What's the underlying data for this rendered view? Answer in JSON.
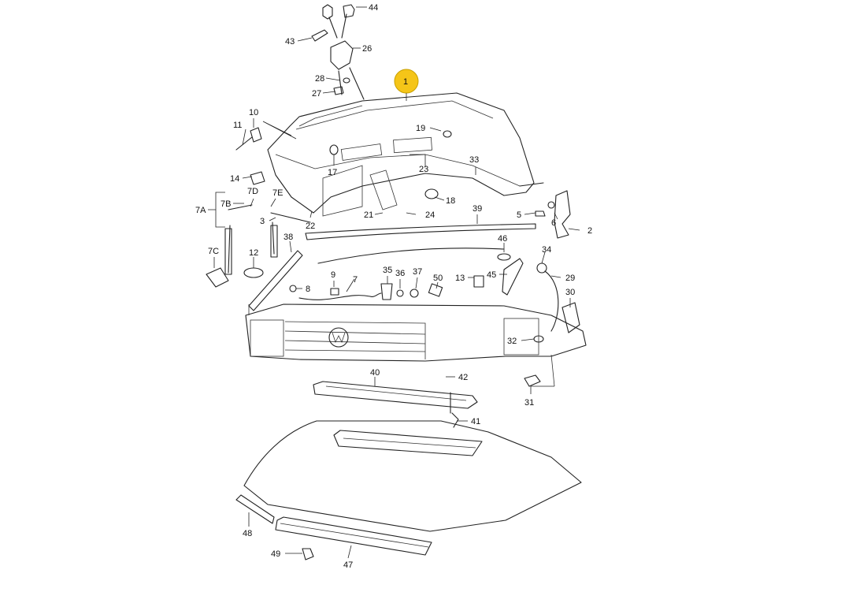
{
  "diagram": {
    "highlight_color": "#f5c518",
    "highlighted_part": "1",
    "labels": [
      {
        "id": "p44",
        "text": "44"
      },
      {
        "id": "p43",
        "text": "43"
      },
      {
        "id": "p26",
        "text": "26"
      },
      {
        "id": "p28",
        "text": "28"
      },
      {
        "id": "p27",
        "text": "27"
      },
      {
        "id": "p1",
        "text": "1"
      },
      {
        "id": "p10",
        "text": "10"
      },
      {
        "id": "p11",
        "text": "11"
      },
      {
        "id": "p19",
        "text": "19"
      },
      {
        "id": "p17",
        "text": "17"
      },
      {
        "id": "p23",
        "text": "23"
      },
      {
        "id": "p33",
        "text": "33"
      },
      {
        "id": "p14",
        "text": "14"
      },
      {
        "id": "p7D",
        "text": "7D"
      },
      {
        "id": "p7E",
        "text": "7E"
      },
      {
        "id": "p7A",
        "text": "7A"
      },
      {
        "id": "p7B",
        "text": "7B"
      },
      {
        "id": "p3",
        "text": "3"
      },
      {
        "id": "p22",
        "text": "22"
      },
      {
        "id": "p21",
        "text": "21"
      },
      {
        "id": "p24",
        "text": "24"
      },
      {
        "id": "p18",
        "text": "18"
      },
      {
        "id": "p39",
        "text": "39"
      },
      {
        "id": "p5",
        "text": "5"
      },
      {
        "id": "p6",
        "text": "6"
      },
      {
        "id": "p2",
        "text": "2"
      },
      {
        "id": "p38",
        "text": "38"
      },
      {
        "id": "p7C",
        "text": "7C"
      },
      {
        "id": "p12",
        "text": "12"
      },
      {
        "id": "p46",
        "text": "46"
      },
      {
        "id": "p34",
        "text": "34"
      },
      {
        "id": "p8",
        "text": "8"
      },
      {
        "id": "p9",
        "text": "9"
      },
      {
        "id": "p7",
        "text": "7"
      },
      {
        "id": "p35",
        "text": "35"
      },
      {
        "id": "p36",
        "text": "36"
      },
      {
        "id": "p37",
        "text": "37"
      },
      {
        "id": "p50",
        "text": "50"
      },
      {
        "id": "p13",
        "text": "13"
      },
      {
        "id": "p45",
        "text": "45"
      },
      {
        "id": "p29",
        "text": "29"
      },
      {
        "id": "p30",
        "text": "30"
      },
      {
        "id": "p32",
        "text": "32"
      },
      {
        "id": "p40",
        "text": "40"
      },
      {
        "id": "p42",
        "text": "42"
      },
      {
        "id": "p41",
        "text": "41"
      },
      {
        "id": "p31",
        "text": "31"
      },
      {
        "id": "p48",
        "text": "48"
      },
      {
        "id": "p49",
        "text": "49"
      },
      {
        "id": "p47",
        "text": "47"
      }
    ]
  }
}
